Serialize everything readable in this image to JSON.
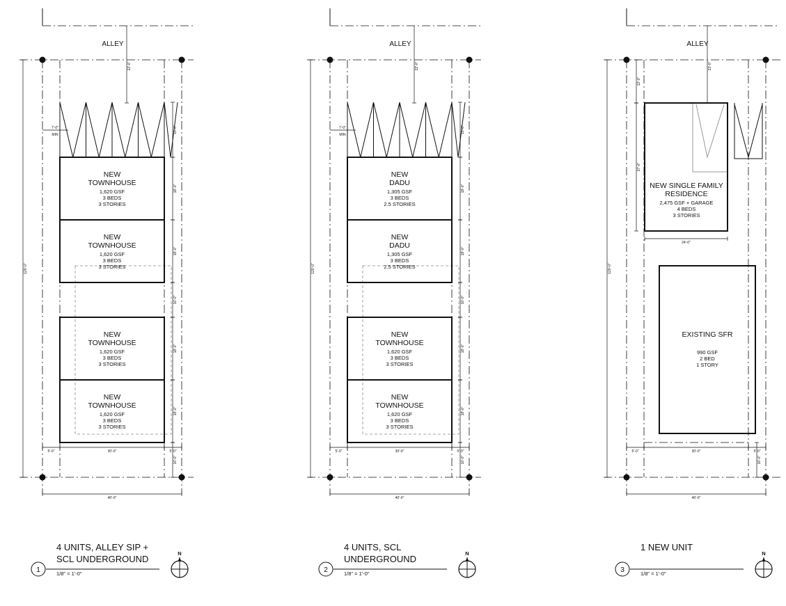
{
  "labels": {
    "alley": "ALLEY",
    "min": "MIN",
    "north": "N"
  },
  "dims": {
    "lot_width": "40'-0\"",
    "lot_depth": "120'-0\"",
    "alley_offset": "22'-0\"",
    "side_setback_left": "5'-0\"",
    "side_setback_right": "5'-0\"",
    "building_width": "30'-0\"",
    "rear_setback": "10'-0\"",
    "unit_depth": "18'-0\"",
    "courtyard_depth": "10'-0\"",
    "parking_depth": "10'-0\"",
    "parking_min": "7'-0\"",
    "sfr_width": "24'-0\"",
    "sfr_depth": "37'-0\"",
    "sfr_front_setback": "12'-0\""
  },
  "options": [
    {
      "number": "1",
      "title_line1": "4 UNITS, ALLEY SIP +",
      "title_line2": "SCL UNDERGROUND",
      "scale": "1/8\" = 1'-0\"",
      "units": [
        {
          "line1": "NEW",
          "line2": "TOWNHOUSE",
          "gsf": "1,620 GSF",
          "beds": "3 BEDS",
          "stories": "3 STORIES"
        },
        {
          "line1": "NEW",
          "line2": "TOWNHOUSE",
          "gsf": "1,620 GSF",
          "beds": "3 BEDS",
          "stories": "3 STORIES"
        },
        {
          "line1": "NEW",
          "line2": "TOWNHOUSE",
          "gsf": "1,620 GSF",
          "beds": "3 BEDS",
          "stories": "3 STORIES"
        },
        {
          "line1": "NEW",
          "line2": "TOWNHOUSE",
          "gsf": "1,620 GSF",
          "beds": "3 BEDS",
          "stories": "3 STORIES"
        }
      ]
    },
    {
      "number": "2",
      "title_line1": "4 UNITS, SCL",
      "title_line2": "UNDERGROUND",
      "scale": "1/8\" = 1'-0\"",
      "units": [
        {
          "line1": "NEW",
          "line2": "DADU",
          "gsf": "1,305 GSF",
          "beds": "3 BEDS",
          "stories": "2.5 STORIES"
        },
        {
          "line1": "NEW",
          "line2": "DADU",
          "gsf": "1,305 GSF",
          "beds": "3 BEDS",
          "stories": "2.5 STORIES"
        },
        {
          "line1": "NEW",
          "line2": "TOWNHOUSE",
          "gsf": "1,620 GSF",
          "beds": "3 BEDS",
          "stories": "3 STORIES"
        },
        {
          "line1": "NEW",
          "line2": "TOWNHOUSE",
          "gsf": "1,620 GSF",
          "beds": "3 BEDS",
          "stories": "3 STORIES"
        }
      ]
    },
    {
      "number": "3",
      "title_line1": "1 NEW UNIT",
      "title_line2": "",
      "scale": "1/8\" = 1'-0\"",
      "units": [
        {
          "line1": "NEW SINGLE FAMILY",
          "line2": "RESIDENCE",
          "gsf": "2,475 GSF + GARAGE",
          "beds": "4 BEDS",
          "stories": "3 STORIES"
        },
        {
          "line1": "EXISTING SFR",
          "line2": "",
          "gsf": "990 GSF",
          "beds": "2 BED",
          "stories": "1 STORY"
        }
      ]
    }
  ]
}
